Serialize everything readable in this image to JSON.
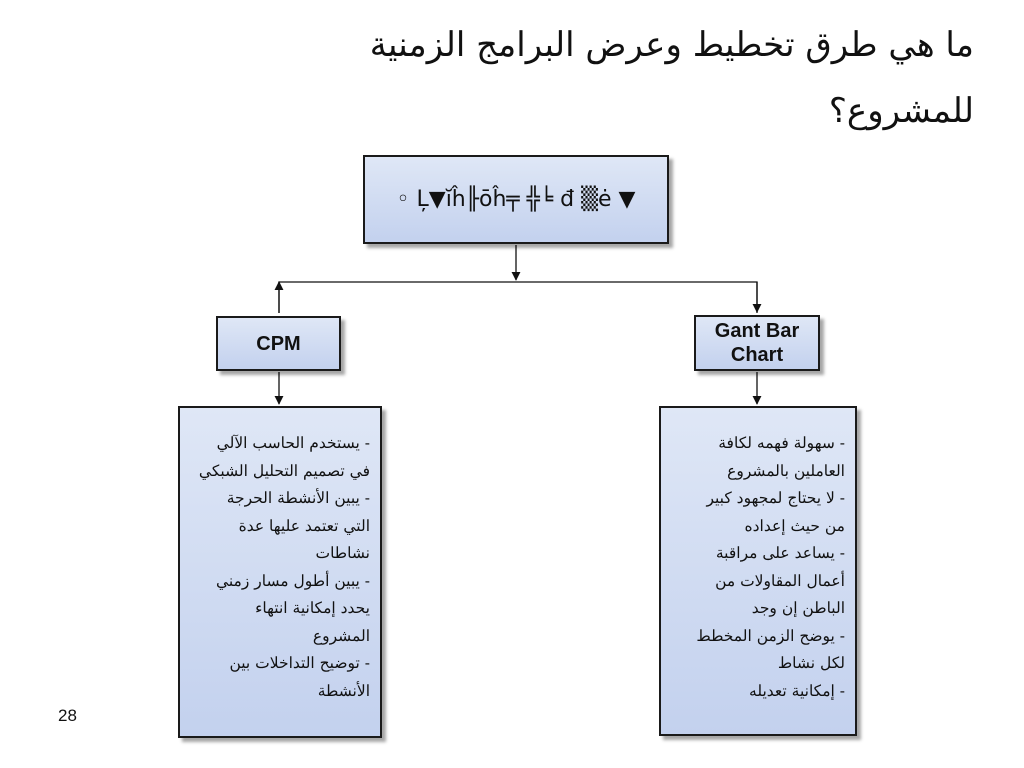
{
  "slide": {
    "title_line1": "ما هي طرق تخطيط وعرض البرامج الزمنية",
    "title_line2": "للمشروع؟",
    "top_box_text": "◦ Ļ▼ĭĥ╟ōĥ╤ ╬╘ đ ▒ė ▼",
    "page_number": "28"
  },
  "diagram": {
    "cpm": {
      "label": "CPM",
      "lines": [
        "- يستخدم الحاسب الآلي",
        "في تصميم التحليل الشبكي",
        "- يبين الأنشطة الحرجة",
        "التي تعتمد عليها عدة",
        "نشاطات",
        "- يبين أطول مسار زمني",
        "يحدد إمكانية انتهاء",
        "المشروع",
        "- توضيح التداخلات بين",
        "الأنشطة"
      ]
    },
    "gant": {
      "label_line1": "Gant Bar",
      "label_line2": "Chart",
      "lines": [
        "- سهولة فهمه لكافة",
        "العاملين بالمشروع",
        "- لا يحتاج لمجهود كبير",
        "من حيث إعداده",
        "- يساعد على مراقبة",
        "أعمال المقاولات من",
        "الباطن إن وجد",
        "- يوضح الزمن المخطط",
        "لكل نشاط",
        "- إمكانية تعديله"
      ]
    }
  }
}
